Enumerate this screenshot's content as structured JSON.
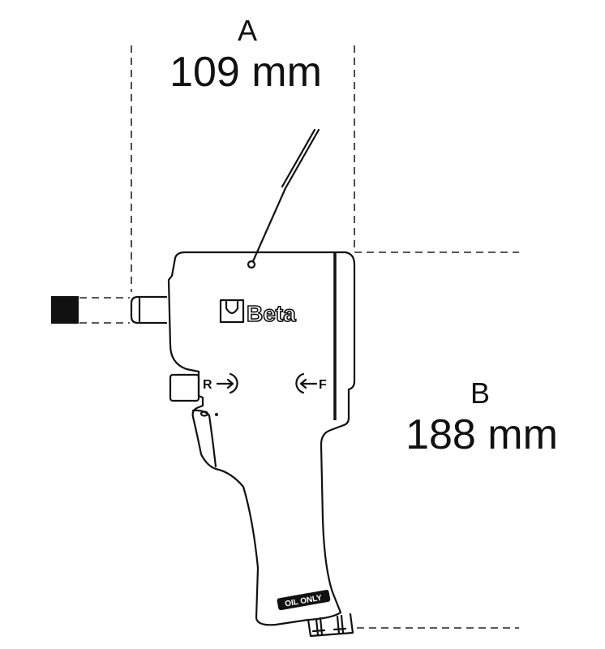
{
  "dimensions": {
    "a": {
      "letter": "A",
      "value": "109 mm"
    },
    "b": {
      "letter": "B",
      "value": "188 mm"
    }
  },
  "tool": {
    "brand": "Beta",
    "reverse_label": "R",
    "forward_label": "F",
    "grip_label": "OIL ONLY"
  },
  "colors": {
    "line": "#111111",
    "background": "#ffffff"
  }
}
